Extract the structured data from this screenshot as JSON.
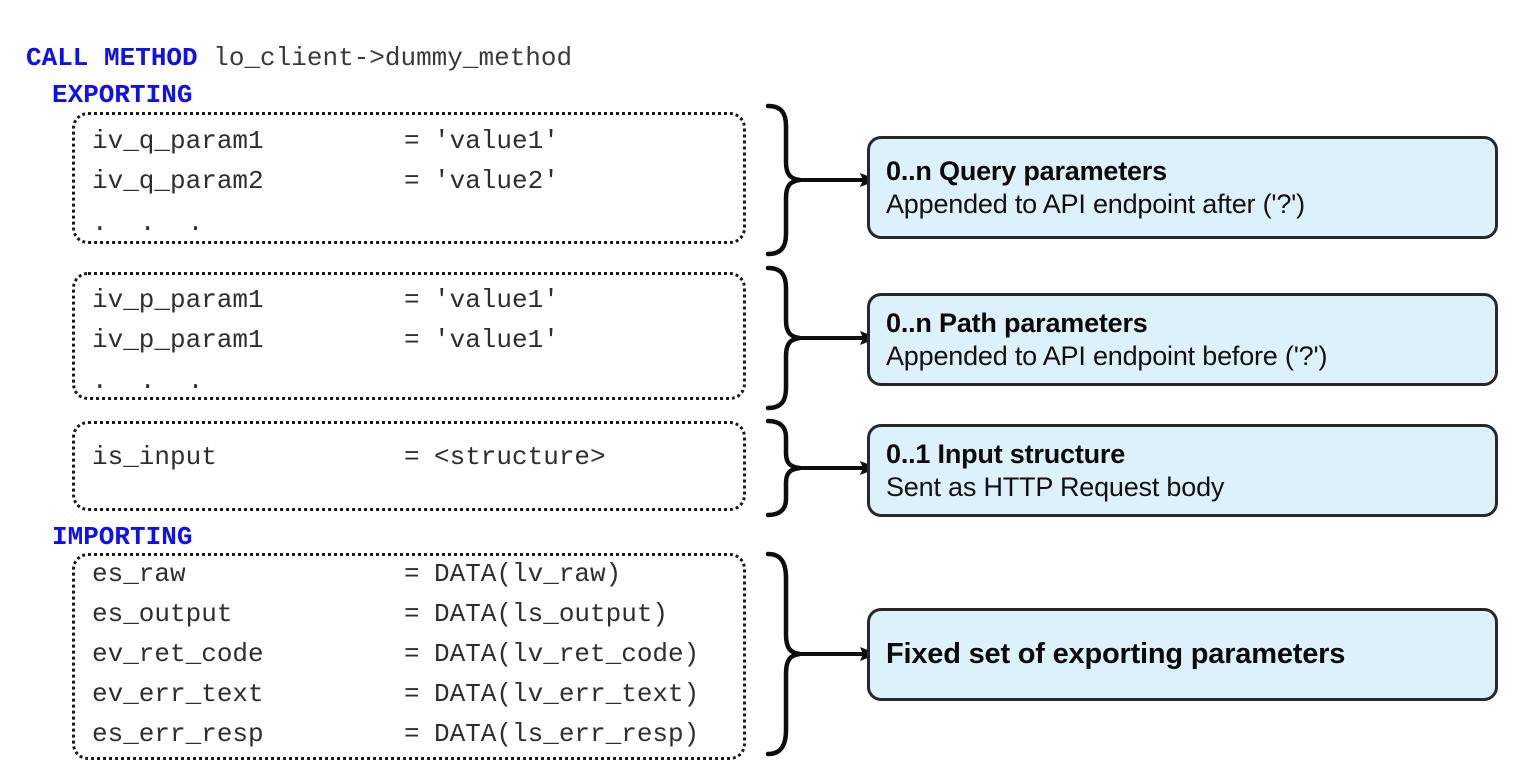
{
  "code": {
    "header": {
      "keyword": "CALL METHOD",
      "target": " lo_client->dummy_method"
    },
    "exporting_label": "EXPORTING",
    "importing_label": "IMPORTING"
  },
  "groups": [
    {
      "id": "query-parameters",
      "rows": [
        {
          "name": "iv_q_param1",
          "eq": "=",
          "value": "'value1'",
          "value_kind": "string"
        },
        {
          "name": "iv_q_param2",
          "eq": "=",
          "value": "'value2'",
          "value_kind": "string"
        }
      ],
      "ellipsis": ". . .",
      "callout": {
        "title": "0..n Query parameters",
        "sub": "Appended to API endpoint after ('?')"
      }
    },
    {
      "id": "path-parameters",
      "rows": [
        {
          "name": "iv_p_param1",
          "eq": "=",
          "value": "'value1'",
          "value_kind": "string"
        },
        {
          "name": "iv_p_param1",
          "eq": "=",
          "value": "'value1'",
          "value_kind": "string"
        }
      ],
      "ellipsis": ". . .",
      "callout": {
        "title": "0..n Path parameters",
        "sub": "Appended to API endpoint before ('?')"
      }
    },
    {
      "id": "input-structure",
      "rows": [
        {
          "name": "is_input",
          "eq": "=",
          "value": "<structure>",
          "value_kind": "plain"
        }
      ],
      "ellipsis": "",
      "callout": {
        "title": "0..1 Input structure",
        "sub": "Sent as HTTP Request body"
      }
    },
    {
      "id": "importing-parameters",
      "rows": [
        {
          "name": "es_raw",
          "eq": "=",
          "value": "DATA(lv_raw)",
          "value_kind": "data"
        },
        {
          "name": "es_output",
          "eq": "=",
          "value": "DATA(ls_output)",
          "value_kind": "data"
        },
        {
          "name": "ev_ret_code",
          "eq": "=",
          "value": "DATA(lv_ret_code)",
          "value_kind": "data"
        },
        {
          "name": "ev_err_text",
          "eq": "=",
          "value": "DATA(lv_err_text)",
          "value_kind": "data"
        },
        {
          "name": "es_err_resp",
          "eq": "=",
          "value": "DATA(ls_err_resp)",
          "value_kind": "data"
        }
      ],
      "ellipsis": "",
      "callout": {
        "title": "Fixed set of exporting parameters",
        "sub": ""
      }
    }
  ],
  "colors": {
    "keyword": "#1010ee",
    "string": "#1a7a34",
    "data": "#1f44dd",
    "equals": "#5b7ef0",
    "callout_fill": "#ddf1fb",
    "callout_border": "#26282c",
    "dotted_border": "#1a1a1a"
  }
}
